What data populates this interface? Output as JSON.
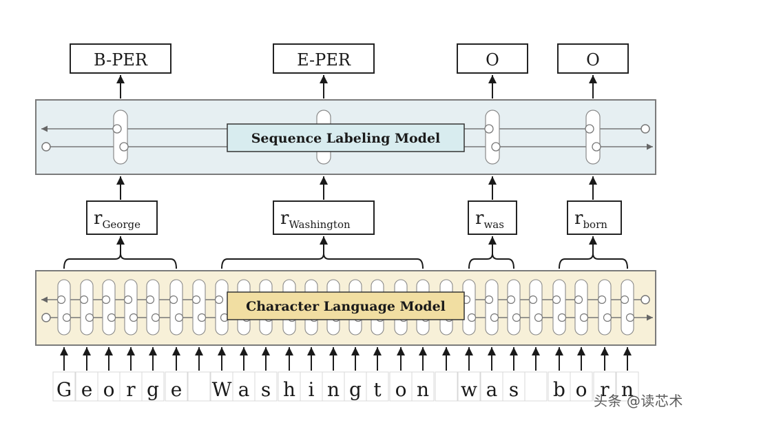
{
  "colors": {
    "ink": "#1a1a1a",
    "line": "#555555",
    "cell": "#8a8a8a",
    "seq_band": "#e6eff2",
    "seq_box": "#d8ecef",
    "char_band": "#f7f0d8",
    "char_box": "#f1dea2"
  },
  "outputs": [
    "B-PER",
    "E-PER",
    "O",
    "O"
  ],
  "sequence_model": {
    "label": "Sequence Labeling Model"
  },
  "representations": [
    {
      "main": "r",
      "sub": "George"
    },
    {
      "main": "r",
      "sub": "Washington"
    },
    {
      "main": "r",
      "sub": "was"
    },
    {
      "main": "r",
      "sub": "born"
    }
  ],
  "char_model": {
    "label": "Character Language Model"
  },
  "characters": [
    "G",
    "e",
    "o",
    "r",
    "g",
    "e",
    " ",
    "W",
    "a",
    "s",
    "h",
    "i",
    "n",
    "g",
    "t",
    "o",
    "n",
    " ",
    "w",
    "a",
    "s",
    " ",
    "b",
    "o",
    "r",
    "n"
  ],
  "watermark": "头条 @读芯术"
}
